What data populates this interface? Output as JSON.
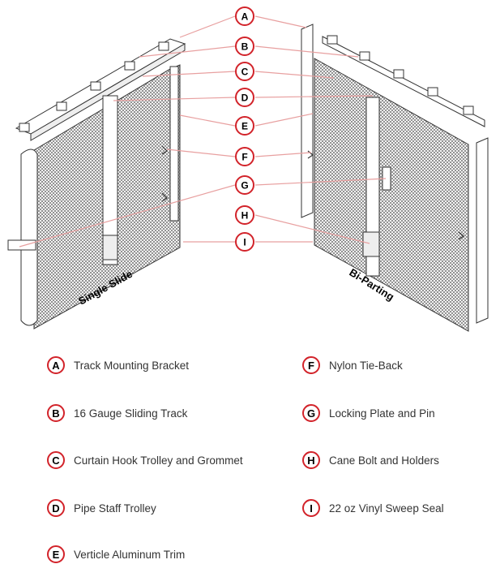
{
  "callouts": [
    "A",
    "B",
    "C",
    "D",
    "E",
    "F",
    "G",
    "H",
    "I"
  ],
  "diagram_labels": {
    "left_door": "Single Slide",
    "right_door": "Bi-Parting"
  },
  "legend": [
    {
      "letter": "A",
      "text": "Track Mounting Bracket"
    },
    {
      "letter": "B",
      "text": "16 Gauge Sliding Track"
    },
    {
      "letter": "C",
      "text": "Curtain Hook Trolley and Grommet"
    },
    {
      "letter": "D",
      "text": "Pipe Staff Trolley"
    },
    {
      "letter": "E",
      "text": "Verticle Aluminum Trim"
    },
    {
      "letter": "F",
      "text": "Nylon Tie-Back"
    },
    {
      "letter": "G",
      "text": "Locking Plate and Pin"
    },
    {
      "letter": "H",
      "text": "Cane Bolt and Holders"
    },
    {
      "letter": "I",
      "text": "22 oz Vinyl Sweep Seal"
    }
  ],
  "colors": {
    "accent": "#d2232a",
    "leader": "#e8a0a0",
    "line": "#333333"
  }
}
